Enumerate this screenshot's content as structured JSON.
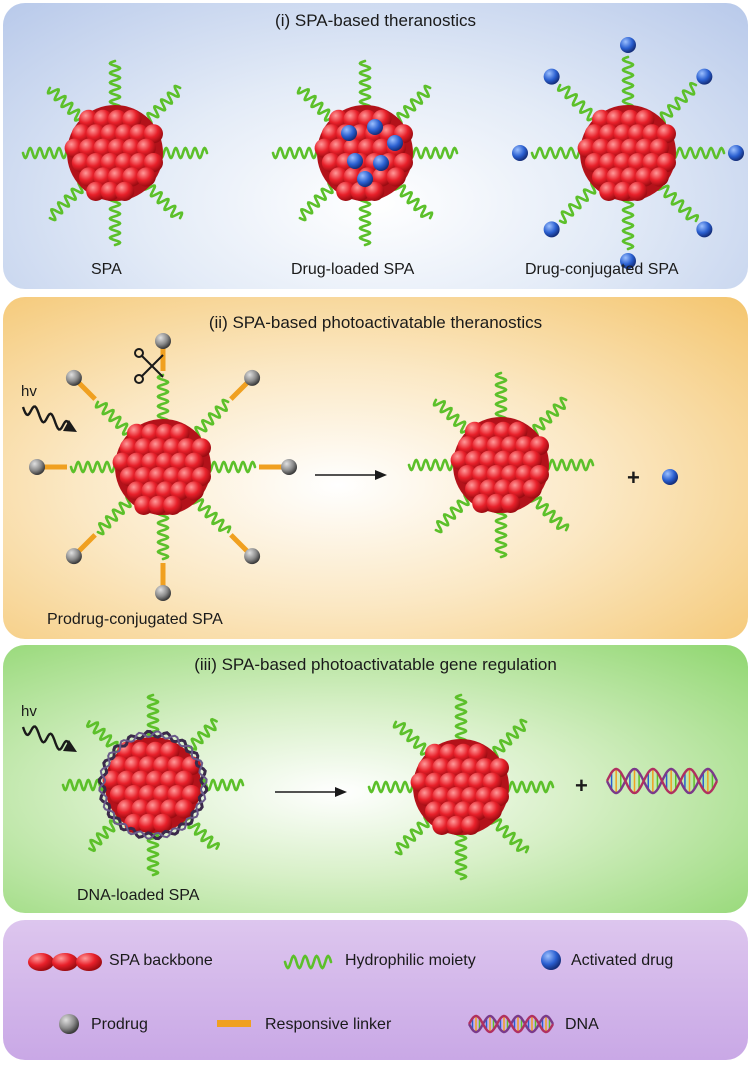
{
  "panels": {
    "i": {
      "title": "(i) SPA-based  theranostics",
      "labels": [
        "SPA",
        "Drug-loaded SPA",
        "Drug-conjugated SPA"
      ]
    },
    "ii": {
      "title": "(ii) SPA-based  photoactivatable  theranostics",
      "hv": "hv",
      "plus": "+",
      "label": "Prodrug-conjugated SPA"
    },
    "iii": {
      "title": "(iii) SPA-based  photoactivatable  gene  regulation",
      "hv": "hv",
      "plus": "+",
      "label": "DNA-loaded SPA"
    }
  },
  "legend": {
    "spa_backbone": "SPA backbone",
    "hydrophilic": "Hydrophilic moiety",
    "activated_drug": "Activated drug",
    "prodrug": "Prodrug",
    "linker": "Responsive linker",
    "dna": "DNA"
  },
  "colors": {
    "spa_red": "#e8202a",
    "coil_green": "#5cc02a",
    "drug_blue": "#2a5fd0",
    "prodrug_gray": "#8a8a8a",
    "linker_orange": "#f0a020",
    "dna_purple": "#7a3a8a"
  }
}
